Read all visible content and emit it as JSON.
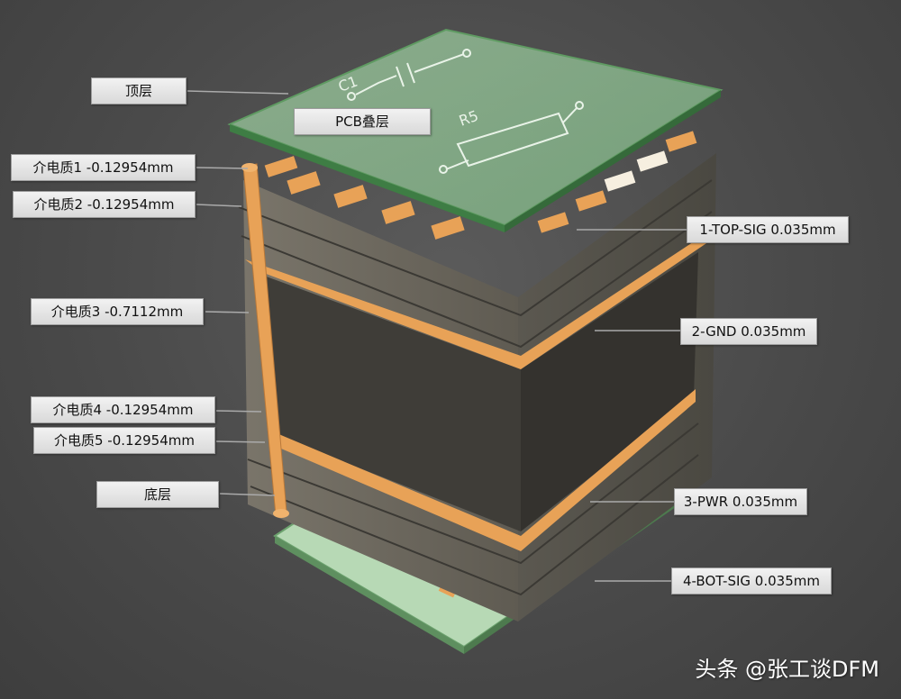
{
  "labels": {
    "top_layer": "顶层",
    "pcb_stackup": "PCB叠层",
    "dielectric_1": "介电质1 -0.12954mm",
    "dielectric_2": "介电质2 -0.12954mm",
    "dielectric_3": "介电质3 -0.7112mm",
    "dielectric_4": "介电质4 -0.12954mm",
    "dielectric_5": "介电质5 -0.12954mm",
    "bottom_layer": "底层",
    "layer_1": "1-TOP-SIG 0.035mm",
    "layer_2": "2-GND 0.035mm",
    "layer_3": "3-PWR 0.035mm",
    "layer_4": "4-BOT-SIG 0.035mm"
  },
  "silkscreen": {
    "capacitor": "C1",
    "resistor": "R5"
  },
  "watermark": "头条 @张工谈DFM",
  "colors": {
    "background": "#4a4a4a",
    "copper": "#e8a257",
    "dielectric": "#6f6a5f",
    "solder_mask": "#7fbf85",
    "label_bg": "#e6e6e6"
  }
}
